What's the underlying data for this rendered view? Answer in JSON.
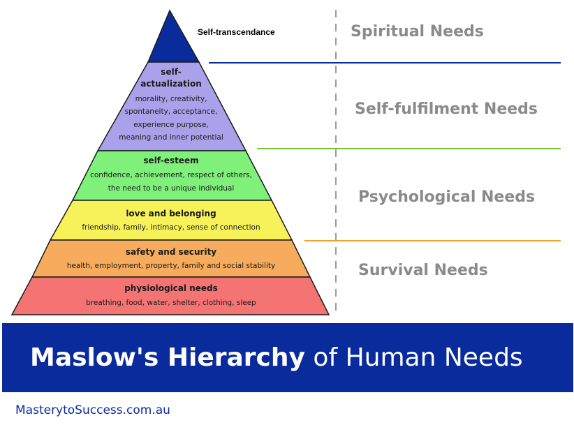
{
  "apex_label": "Self-transcendance",
  "levels": [
    {
      "title": "self-",
      "title2": "actualization",
      "lines": [
        "morality, creativity,",
        "spontaneity, acceptance,",
        "experience purpose,",
        "meaning and inner potential"
      ],
      "color": "#a9a2ea"
    },
    {
      "title": "self-esteem",
      "lines": [
        "confidence, achievement, respect of others,",
        "the need to be a unique individual"
      ],
      "color": "#7ff079"
    },
    {
      "title": "love and belonging",
      "lines": [
        "friendship, family, intimacy, sense of connection"
      ],
      "color": "#f7f259"
    },
    {
      "title": "safety and security",
      "lines": [
        "health, employment, property, family and social stability"
      ],
      "color": "#f7ab5c"
    },
    {
      "title": "physiological needs",
      "lines": [
        "breathing, food, water, shelter, clothing, sleep"
      ],
      "color": "#f47474"
    }
  ],
  "apex_color": "#0a2b9c",
  "categories": [
    {
      "label": "Spiritual Needs",
      "line_color": "#0a2b9c"
    },
    {
      "label": "Self-fulfilment Needs",
      "line_color": "#7dc832"
    },
    {
      "label": "Psychological Needs",
      "line_color": "#f0a030"
    },
    {
      "label": "Survival Needs"
    }
  ],
  "banner": {
    "bold": "Maslow's Hierarchy",
    "rest": " of Human Needs",
    "color": "#0a2b9c"
  },
  "footer": {
    "text": "MasterytoSuccess.com.au"
  }
}
